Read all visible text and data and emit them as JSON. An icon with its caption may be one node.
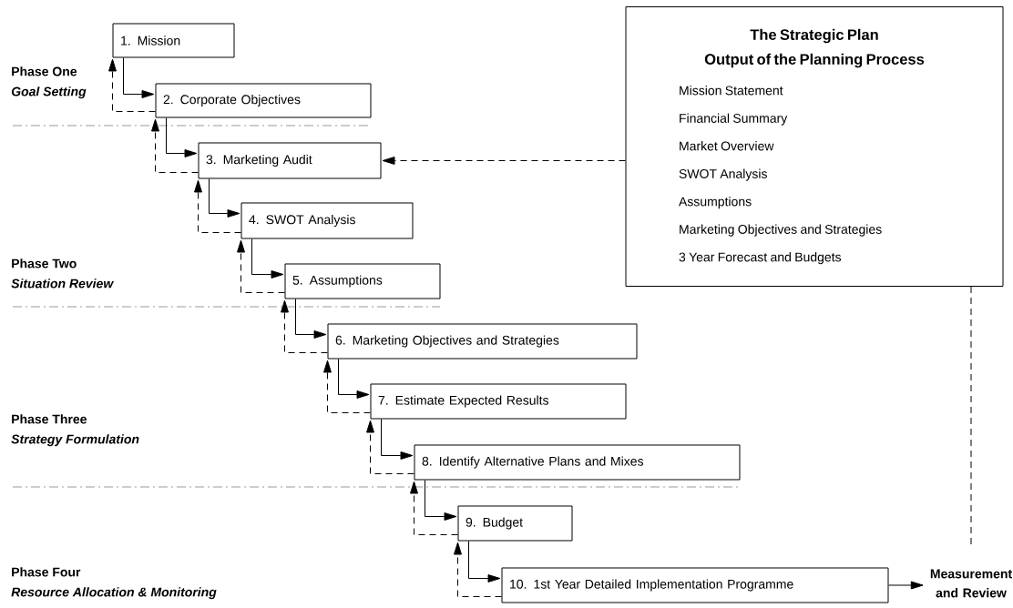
{
  "diagram": {
    "nodes": [
      {
        "text": [
          "1.  Mission"
        ]
      },
      {
        "text": [
          "2. Corporate Objectives"
        ]
      },
      {
        "text": [
          "3. Marketing Audit"
        ]
      },
      {
        "text": [
          "4. SWOT Analysis"
        ]
      },
      {
        "text": [
          "5. Assumptions"
        ]
      },
      {
        "text": [
          "6. Marketing Objectives and Strategies"
        ]
      },
      {
        "text": [
          "7. Estimate Expected Results"
        ]
      },
      {
        "text": [
          "8. Identify Alternative Plans and Mixes"
        ]
      },
      {
        "text": [
          "9. Budget"
        ]
      },
      {
        "text": [
          "10. 1st Year Detailed Implementation Programme"
        ]
      },
      {
        "text": [
          "The Strategic Plan",
          "Output of the Planning Process",
          "Mission Statement",
          "Financial Summary",
          "Market Overview",
          "SWOT Analysis",
          "Assumptions",
          "Marketing Objectives and Strategies",
          "3 Year Forecast and Budgets"
        ]
      },
      {
        "text": [
          "Measurement and Review"
        ]
      }
    ],
    "edges": [
      {
        "from": 0,
        "to": 1,
        "arrow": "to"
      },
      {
        "from": 1,
        "to": 0,
        "arrow": "to",
        "style": "dashed"
      },
      {
        "from": 1,
        "to": 2,
        "arrow": "to"
      },
      {
        "from": 2,
        "to": 1,
        "arrow": "to",
        "style": "dashed"
      },
      {
        "from": 2,
        "to": 3,
        "arrow": "to"
      },
      {
        "from": 3,
        "to": 2,
        "arrow": "to",
        "style": "dashed"
      },
      {
        "from": 3,
        "to": 4,
        "arrow": "to"
      },
      {
        "from": 4,
        "to": 3,
        "arrow": "to",
        "style": "dashed"
      },
      {
        "from": 4,
        "to": 5,
        "arrow": "to"
      },
      {
        "from": 5,
        "to": 4,
        "arrow": "to",
        "style": "dashed"
      },
      {
        "from": 5,
        "to": 6,
        "arrow": "to"
      },
      {
        "from": 6,
        "to": 5,
        "arrow": "to",
        "style": "dashed"
      },
      {
        "from": 6,
        "to": 7,
        "arrow": "to"
      },
      {
        "from": 7,
        "to": 6,
        "arrow": "to",
        "style": "dashed"
      },
      {
        "from": 7,
        "to": 8,
        "arrow": "to"
      },
      {
        "from": 8,
        "to": 7,
        "arrow": "to",
        "style": "dashed"
      },
      {
        "from": 8,
        "to": 9,
        "arrow": "to"
      },
      {
        "from": 9,
        "to": 8,
        "arrow": "to",
        "style": "dashed"
      },
      {
        "from": 10,
        "to": 2,
        "arrow": "to",
        "style": "dashed"
      },
      {
        "from": 10,
        "to": 11,
        "arrow": "none",
        "style": "dashed"
      },
      {
        "from": 9,
        "to": 11,
        "arrow": "to"
      }
    ],
    "labels": [
      "Phase One",
      "Goal Setting",
      "Phase Two",
      "Situation Review",
      "Phase Three",
      "Strategy Formulation",
      "Phase Four",
      "Resource Allocation & Monitoring"
    ]
  }
}
